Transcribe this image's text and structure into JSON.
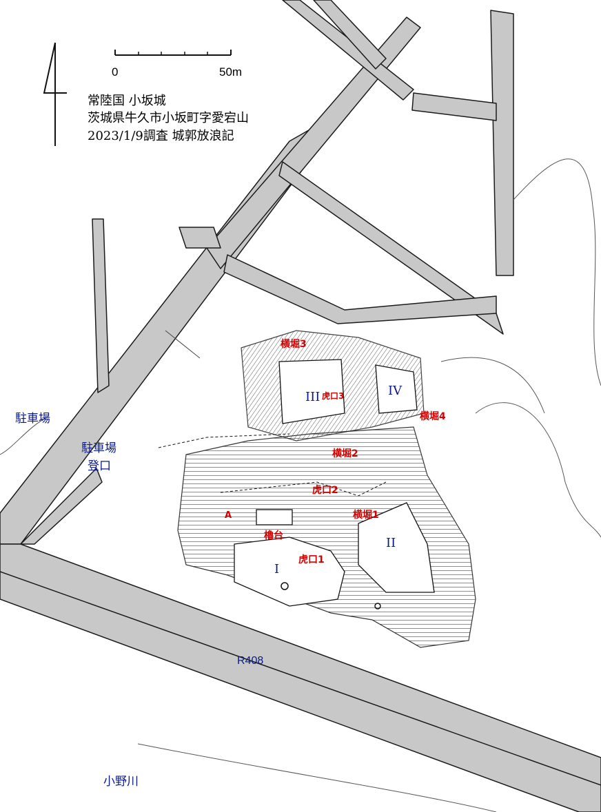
{
  "title": {
    "line1": "常陸国 小坂城",
    "line2": "茨城県牛久市小坂町字愛宕山",
    "line3": "2023/1/9調査 城郭放浪記"
  },
  "scale": {
    "start": "0",
    "end": "50m"
  },
  "labels": {
    "parking_left": "駐車場",
    "parking_center": "駐車場",
    "trail_entrance": "登口",
    "road": "R408",
    "river": "小野川"
  },
  "enclosures": {
    "I": "I",
    "II": "II",
    "III": "III",
    "IV": "IV"
  },
  "features": {
    "yokobori1": "横堀1",
    "yokobori2": "横堀2",
    "yokobori3": "横堀3",
    "yokobori4": "横堀4",
    "koguchi1": "虎口1",
    "koguchi2": "虎口2",
    "koguchi3": "虎口3",
    "yagura": "櫓台",
    "point_a": "A"
  },
  "colors": {
    "road_fill": "#c8c8c8",
    "line": "#1a1a1a",
    "label_blue": "#0a1a8c",
    "label_red": "#d40000"
  }
}
